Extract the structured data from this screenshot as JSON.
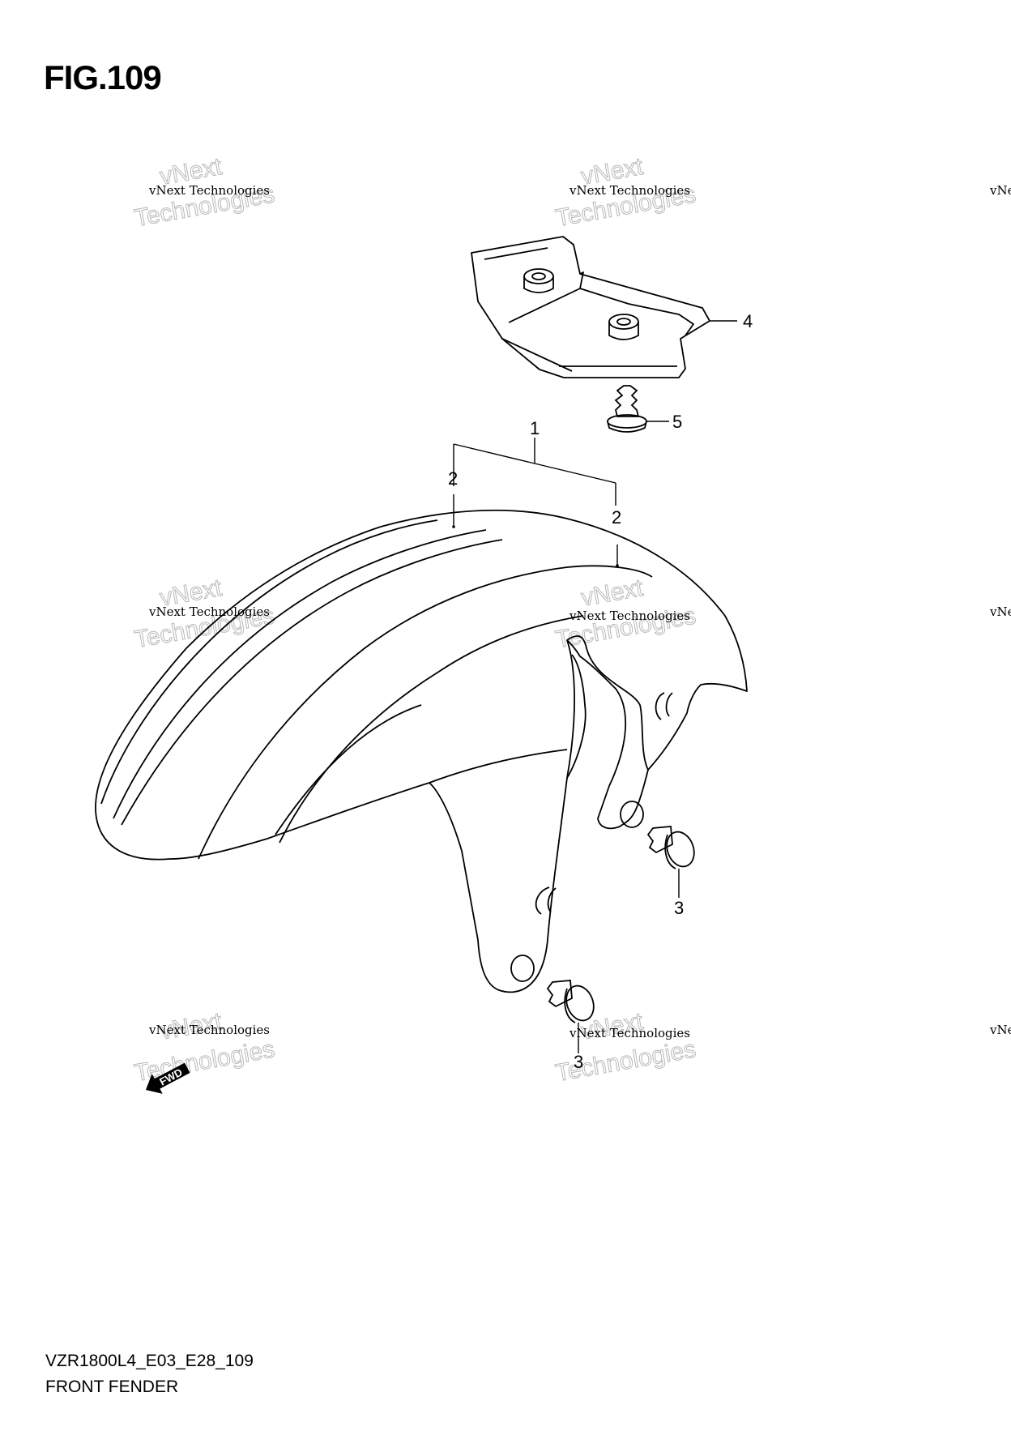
{
  "figure": {
    "title": "FIG.109"
  },
  "callouts": {
    "c1": "1",
    "c2a": "2",
    "c2b": "2",
    "c3a": "3",
    "c3b": "3",
    "c4": "4",
    "c5": "5"
  },
  "fwd_label": "FWD",
  "watermark": {
    "line1": "vNext Technologies",
    "line2": "Technologies",
    "line3": "vNext"
  },
  "footer": {
    "model_code": "VZR1800L4_E03_E28_109",
    "section_name": "FRONT FENDER"
  }
}
